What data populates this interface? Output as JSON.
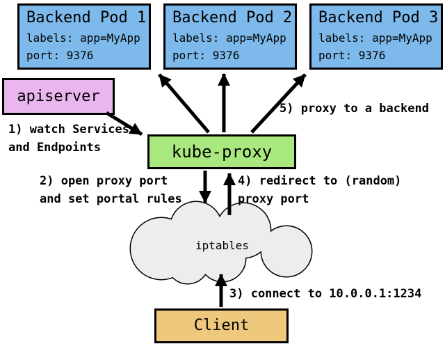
{
  "diagram": {
    "topic": "kube-proxy userspace proxy mode",
    "colors": {
      "pod_fill": "#7db9ea",
      "apiserver_fill": "#eab6f0",
      "kube_proxy_fill": "#a9e87e",
      "client_fill": "#eec87d",
      "cloud_fill": "#ededed",
      "outline": "#000000",
      "background": "#ffffff"
    },
    "nodes": {
      "pods": [
        {
          "title": "Backend Pod 1",
          "line1": "labels: app=MyApp",
          "line2": "port: 9376"
        },
        {
          "title": "Backend Pod 2",
          "line1": "labels: app=MyApp",
          "line2": "port: 9376"
        },
        {
          "title": "Backend Pod 3",
          "line1": "labels: app=MyApp",
          "line2": "port: 9376"
        }
      ],
      "apiserver": {
        "label": "apiserver"
      },
      "kube_proxy": {
        "label": "kube-proxy"
      },
      "iptables": {
        "label": "iptables"
      },
      "client": {
        "label": "Client"
      }
    },
    "annotations": {
      "step1": "1) watch Services\nand Endpoints",
      "step2": "2) open proxy port\nand set portal rules",
      "step3": "3) connect to 10.0.0.1:1234",
      "step4": "4) redirect to (random)\nproxy port",
      "step5": "5) proxy to a backend"
    },
    "arrows": [
      {
        "name": "apiserver-to-kube-proxy"
      },
      {
        "name": "kube-proxy-to-pod-1"
      },
      {
        "name": "kube-proxy-to-pod-2"
      },
      {
        "name": "kube-proxy-to-pod-3"
      },
      {
        "name": "kube-proxy-to-iptables"
      },
      {
        "name": "iptables-to-kube-proxy"
      },
      {
        "name": "client-to-iptables"
      }
    ]
  }
}
